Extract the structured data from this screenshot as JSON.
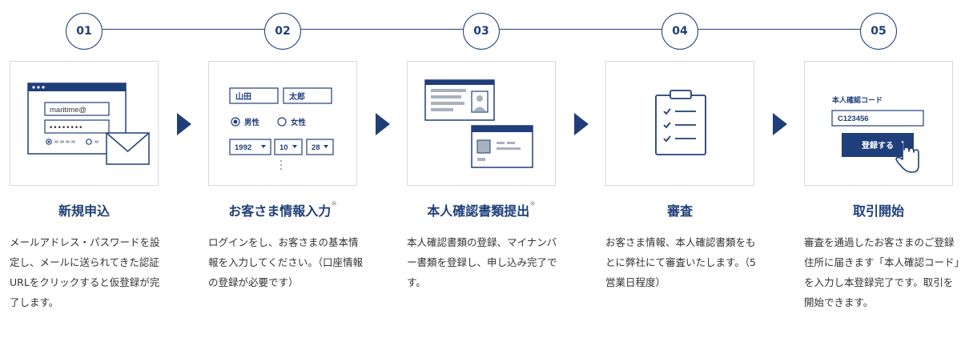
{
  "colors": {
    "accent": "#1f3f7a",
    "border": "#d5d9e0",
    "text": "#333333"
  },
  "steps": [
    {
      "number": "01",
      "title": "新規申込",
      "note": "",
      "description": "メールアドレス・パスワードを設定し、メールに送られてきた認証URLをクリックすると仮登録が完了します。",
      "illustration": {
        "email_value": "maritime@",
        "password_value": "••••••••"
      }
    },
    {
      "number": "02",
      "title": "お客さま情報入力",
      "note": "※",
      "description": "ログインをし、お客さまの基本情報を入力してください。（口座情報の登録が必要です）",
      "illustration": {
        "last_name": "山田",
        "first_name": "太郎",
        "gender_male": "男性",
        "gender_female": "女性",
        "year": "1992",
        "month": "10",
        "day": "28"
      }
    },
    {
      "number": "03",
      "title": "本人確認書類提出",
      "note": "※",
      "description": "本人確認書類の登録、マイナンバー書類を登録し、申し込み完了です。",
      "illustration": {}
    },
    {
      "number": "04",
      "title": "審査",
      "note": "",
      "description": "お客さま情報、本人確認書類をもとに弊社にて審査いたします。（5営業日程度）",
      "illustration": {}
    },
    {
      "number": "05",
      "title": "取引開始",
      "note": "",
      "description": "審査を通過したお客さまのご登録住所に届きます「本人確認コード」を入力し本登録完了です。取引を開始できます。",
      "illustration": {
        "code_label": "本人確認コード",
        "code_value": "C123456",
        "register_button": "登録する"
      }
    }
  ]
}
